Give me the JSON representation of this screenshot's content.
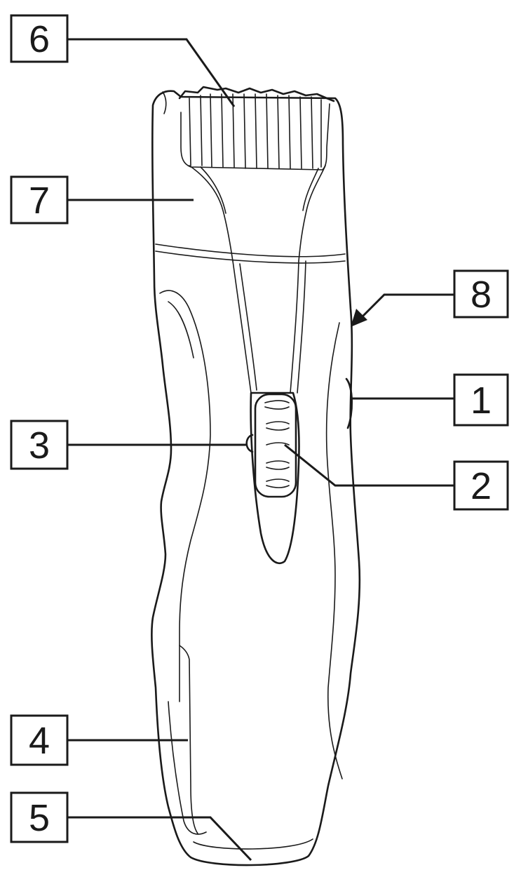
{
  "diagram": {
    "callouts": [
      {
        "id": "c6",
        "label": "6"
      },
      {
        "id": "c7",
        "label": "7"
      },
      {
        "id": "c8",
        "label": "8"
      },
      {
        "id": "c1",
        "label": "1"
      },
      {
        "id": "c3",
        "label": "3"
      },
      {
        "id": "c2",
        "label": "2"
      },
      {
        "id": "c4",
        "label": "4"
      },
      {
        "id": "c5",
        "label": "5"
      }
    ],
    "line_color": "#1a1a1a",
    "background_color": "#ffffff"
  }
}
